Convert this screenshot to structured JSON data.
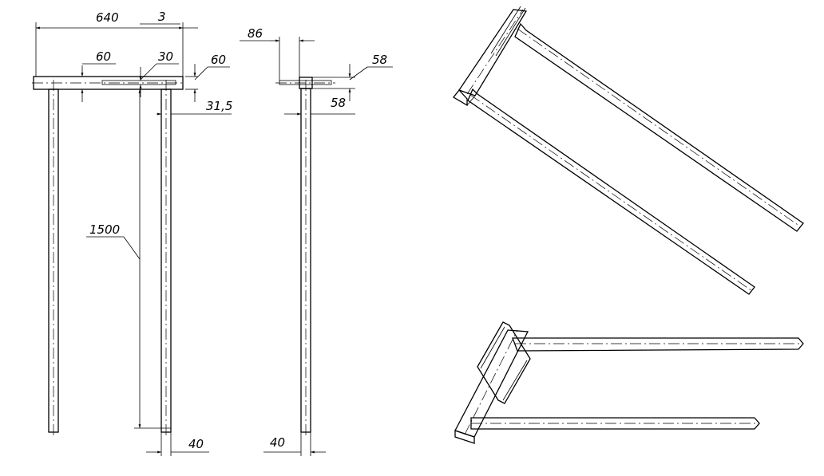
{
  "drawing": {
    "front_view": {
      "overall_width": "640",
      "wall_thickness": "3",
      "left_section": "60",
      "slot_offset": "30",
      "right_section": "60",
      "end_offset": "31,5",
      "height": "1500",
      "leg_width": "40"
    },
    "side_view": {
      "tube_depth": "86",
      "top_height": "58",
      "bottom_offset": "58",
      "leg_width": "40"
    }
  }
}
